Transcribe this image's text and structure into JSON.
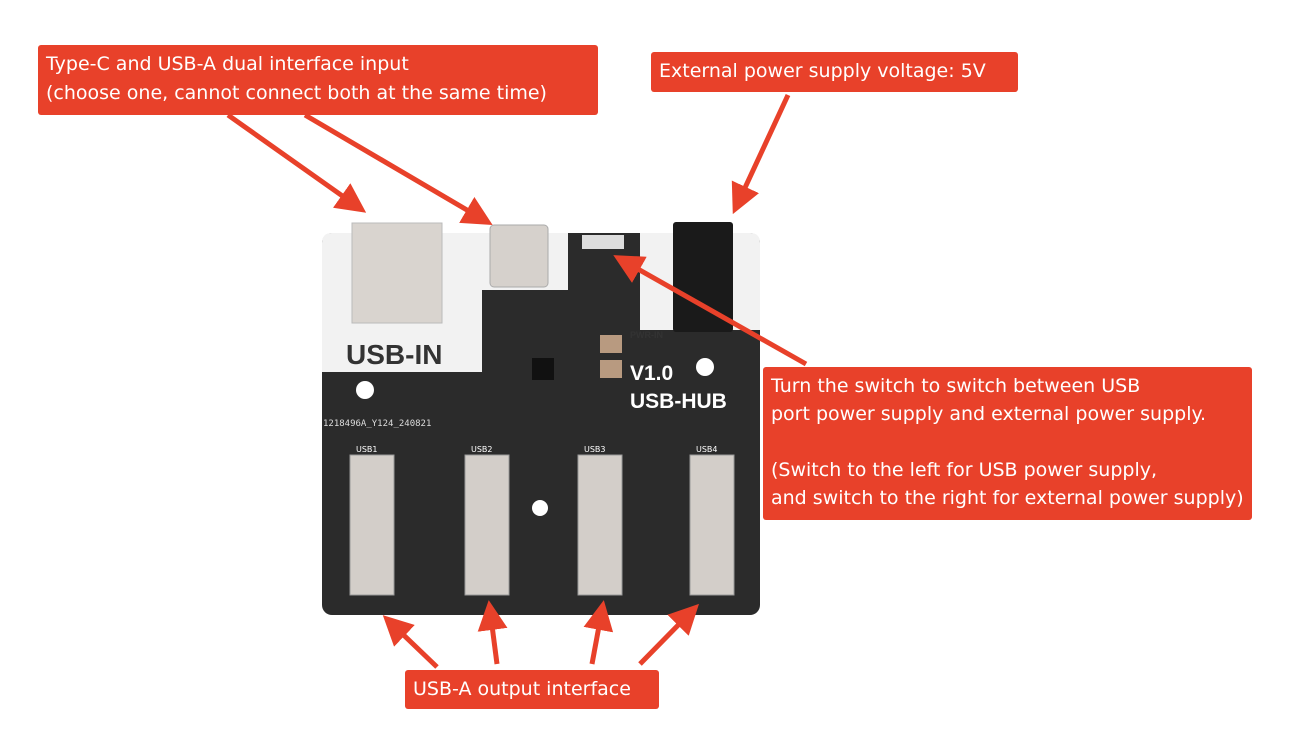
{
  "callouts": {
    "input": {
      "lines": [
        "Type-C and USB-A dual interface input",
        "(choose one, cannot connect both at the same time)"
      ]
    },
    "power": {
      "lines": [
        "External power supply voltage: 5V"
      ]
    },
    "switch": {
      "lines": [
        "Turn the switch to switch between USB",
        "port power supply and external power supply.",
        "",
        "(Switch to the left for USB power supply,",
        "and switch to the right for external power supply)"
      ]
    },
    "output": {
      "lines": [
        "USB-A output interface"
      ]
    }
  },
  "board": {
    "usb_in_label": "USB-IN",
    "pwr_in_label": "PWR-IN",
    "version": "V1.0",
    "name": "USB-HUB",
    "serial": "1218496A_Y124_240821",
    "port_labels": [
      "USB1",
      "USB2",
      "USB3",
      "USB4"
    ]
  },
  "colors": {
    "accent": "#E8412A",
    "pcb": "#2b2b2b",
    "pcb_white": "#f2f2f2"
  }
}
